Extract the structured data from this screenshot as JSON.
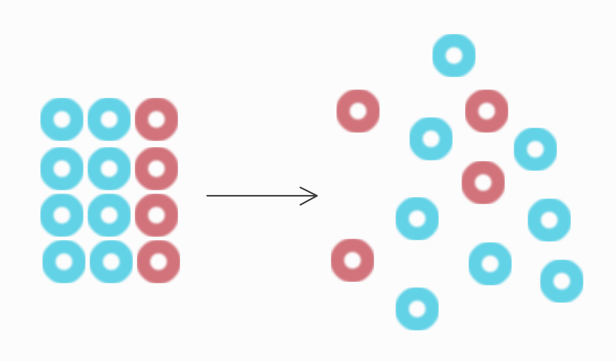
{
  "colors": {
    "blue": "#62d2e6",
    "red": "#d2737b",
    "arrow": "#3a3a3a",
    "background": "#fcfcfc"
  },
  "left_grid": {
    "rows": [
      [
        "blue",
        "blue",
        "red"
      ],
      [
        "blue",
        "blue",
        "red"
      ],
      [
        "blue",
        "blue",
        "red"
      ],
      [
        "blue",
        "blue",
        "red"
      ]
    ]
  },
  "arrow": {
    "direction": "right"
  },
  "right_scatter": {
    "items": [
      "blue",
      "red",
      "red",
      "blue",
      "blue",
      "red",
      "blue",
      "blue",
      "red",
      "blue",
      "blue",
      "blue"
    ]
  }
}
